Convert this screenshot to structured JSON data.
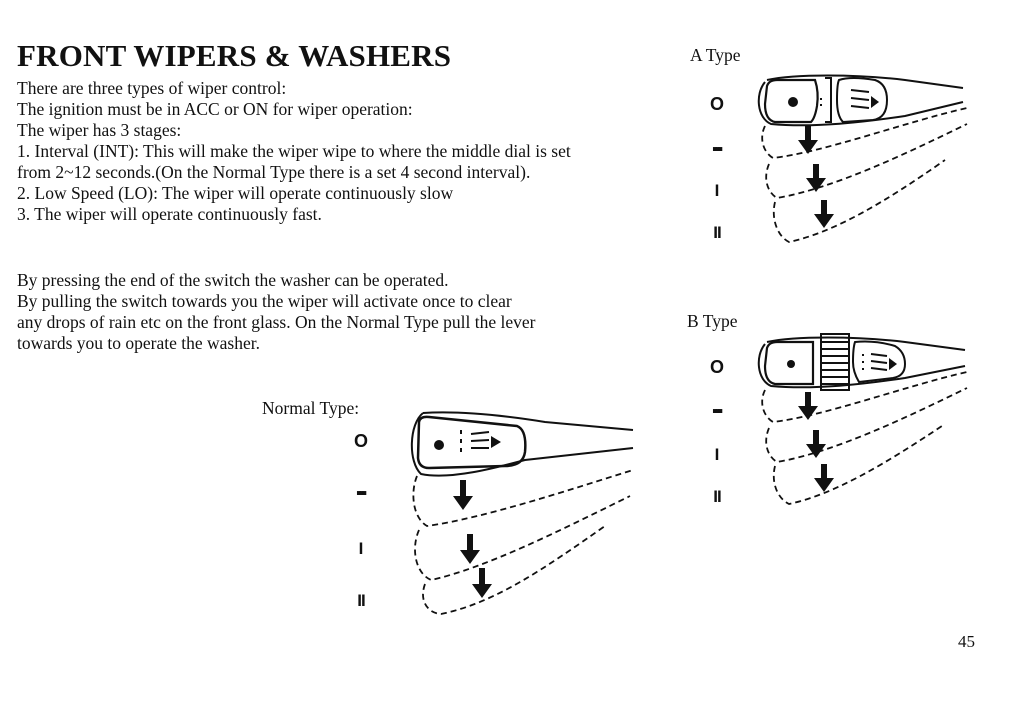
{
  "page": {
    "title": "FRONT WIPERS & WASHERS",
    "intro_lines": [
      "There are three types of wiper control:",
      "The ignition must be in ACC or ON for wiper operation:",
      "The wiper has 3 stages:",
      " 1. Interval (INT): This will make the wiper wipe to where the middle dial is set",
      "from 2~12 seconds.(On the Normal Type there is a set 4 second interval).",
      "2. Low Speed (LO): The wiper will operate continuously slow",
      "3. The wiper will operate continuously fast."
    ],
    "washer_lines": [
      "By pressing the end of the switch the washer can be operated.",
      "By pulling the switch towards you the wiper will activate once to clear",
      "any drops of rain etc on the front glass. On the Normal Type pull the lever",
      "towards you to operate the washer."
    ],
    "page_number": "45"
  },
  "diagrams": {
    "normal": {
      "label": "Normal Type:",
      "indicators": {
        "off": "O",
        "int": "▪▪▪",
        "lo": "I",
        "hi": "II"
      }
    },
    "a_type": {
      "label": "A Type",
      "indicators": {
        "off": "O",
        "int": "▪▪▪",
        "lo": "I",
        "hi": "II"
      }
    },
    "b_type": {
      "label": "B Type",
      "indicators": {
        "off": "O",
        "int": "▪▪▪",
        "lo": "I",
        "hi": "II"
      }
    }
  }
}
